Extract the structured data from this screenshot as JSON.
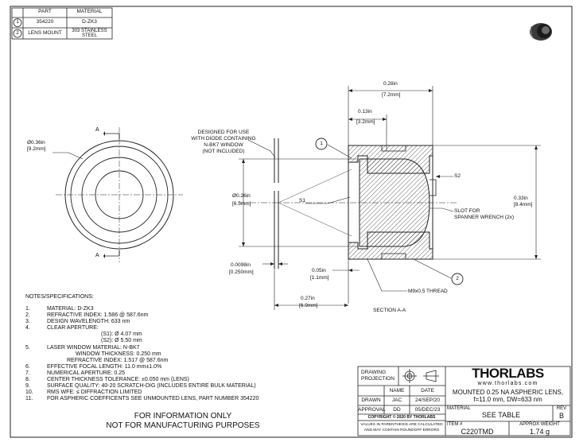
{
  "bom": {
    "headers": [
      "PART",
      "MATERIAL"
    ],
    "rows": [
      {
        "num": "1",
        "part": "354220",
        "material": "D-ZK3"
      },
      {
        "num": "2",
        "part": "LENS MOUNT",
        "material": "303 STAINLESS STEEL"
      }
    ]
  },
  "drawing": {
    "section_label": "A",
    "front_dia": [
      "Ø0.36in",
      "[9.2mm]"
    ],
    "note_window": [
      "DESIGNED FOR USE",
      "WITH DIODE CONTAINING",
      "N-BK7 WINDOW",
      "(NOT INCLUDED)"
    ],
    "dim_top_len": [
      "0.28in",
      "[7.2mm]"
    ],
    "dim_top_small": [
      "0.13in",
      "[3.2mm]"
    ],
    "dim_left_dia": [
      "Ø0.26in",
      "[6.5mm]"
    ],
    "dim_right_dia": [
      "0.33in",
      "[8.4mm]"
    ],
    "dim_window": [
      "0.0098in",
      "[0.250mm]"
    ],
    "dim_flange": [
      "0.05in",
      "[1.1mm]"
    ],
    "dim_bottom": [
      "0.27in",
      "[6.9mm]"
    ],
    "label_s1": "S1",
    "label_s2": "S2",
    "label_slot": [
      "SLOT FOR",
      "SPANNER WRENCH (2x)"
    ],
    "label_thread": "M9x0.5 THREAD",
    "section_caption": "SECTION A-A",
    "balloon_1": "1",
    "balloon_2": "2"
  },
  "notes": {
    "title": "NOTES/SPECIFICATIONS:",
    "lines": [
      {
        "n": "1.",
        "text": "MATERIAL: D-ZK3"
      },
      {
        "n": "2.",
        "text": "REFRACTIVE INDEX: 1.586 @ 587.6nm"
      },
      {
        "n": "3.",
        "text": "DESIGN WAVELENGTH: 633 nm"
      },
      {
        "n": "4.",
        "text": "CLEAR APERTURE:"
      },
      {
        "n": "",
        "text": "(S1): Ø 4.07 mm"
      },
      {
        "n": "",
        "text": "(S2): Ø 5.50 mm"
      },
      {
        "n": "5.",
        "text": "LASER WINDOW MATERIAL: N-BK7"
      },
      {
        "n": "",
        "text": "WINDOW THICKNESS: 0.250 mm"
      },
      {
        "n": "",
        "text": "REFRACTIVE INDEX: 1.517 @ 587.6nm"
      },
      {
        "n": "6.",
        "text": "EFFECTIVE FOCAL LENGTH: 11.0 mm±1.0%"
      },
      {
        "n": "7.",
        "text": "NUMERICAL APERTURE: 0.25"
      },
      {
        "n": "8.",
        "text": "CENTER THICKNESS TOLERANCE: ±0.050 mm (LENS)"
      },
      {
        "n": "9.",
        "text": "SURFACE QUALITY: 40-20 SCRATCH-DIG (INCLUDES ENTIRE BULK MATERIAL)"
      },
      {
        "n": "10.",
        "text": "RMS WFE: ≤ DIFFRACTION LIMITED"
      },
      {
        "n": "11.",
        "text": "FOR ASPHERIC COEFFICENTS SEE UNMOUNTED LENS, PART NUMBER 354220"
      }
    ]
  },
  "disclaimer": [
    "FOR INFORMATION ONLY",
    "NOT FOR MANUFACTURING PURPOSES"
  ],
  "title_block": {
    "projection": [
      "DRAWING",
      "PROJECTION"
    ],
    "name_hdr": "NAME",
    "date_hdr": "DATE",
    "drawn_label": "DRAWN",
    "drawn_name": "JAC",
    "drawn_date": "24/SEP/20",
    "approval_label": "APPROVAL",
    "approval_name": "DD",
    "approval_date": "05/DEC/23",
    "copyright": "COPYRIGHT © 2020 BY THORLABS",
    "values_note": [
      "VALUES IN PARENTHESIS ARE CALCULATED",
      "AND MAY CONTAIN ROUNDOFF ERRORS"
    ],
    "logo": "THORLABS",
    "website": "www.thorlabs.com",
    "title": [
      "MOUNTED 0.25 NA ASPHERIC LENS,",
      "f=11.0 mm, DW=633 nm"
    ],
    "material_label": "MATERIAL",
    "material_value": "SEE TABLE",
    "rev_label": "REV",
    "rev_value": "B",
    "item_label": "ITEM #",
    "item_value": "C220TMD",
    "weight_label": "APPROX WEIGHT",
    "weight_value": "1.74 g"
  }
}
